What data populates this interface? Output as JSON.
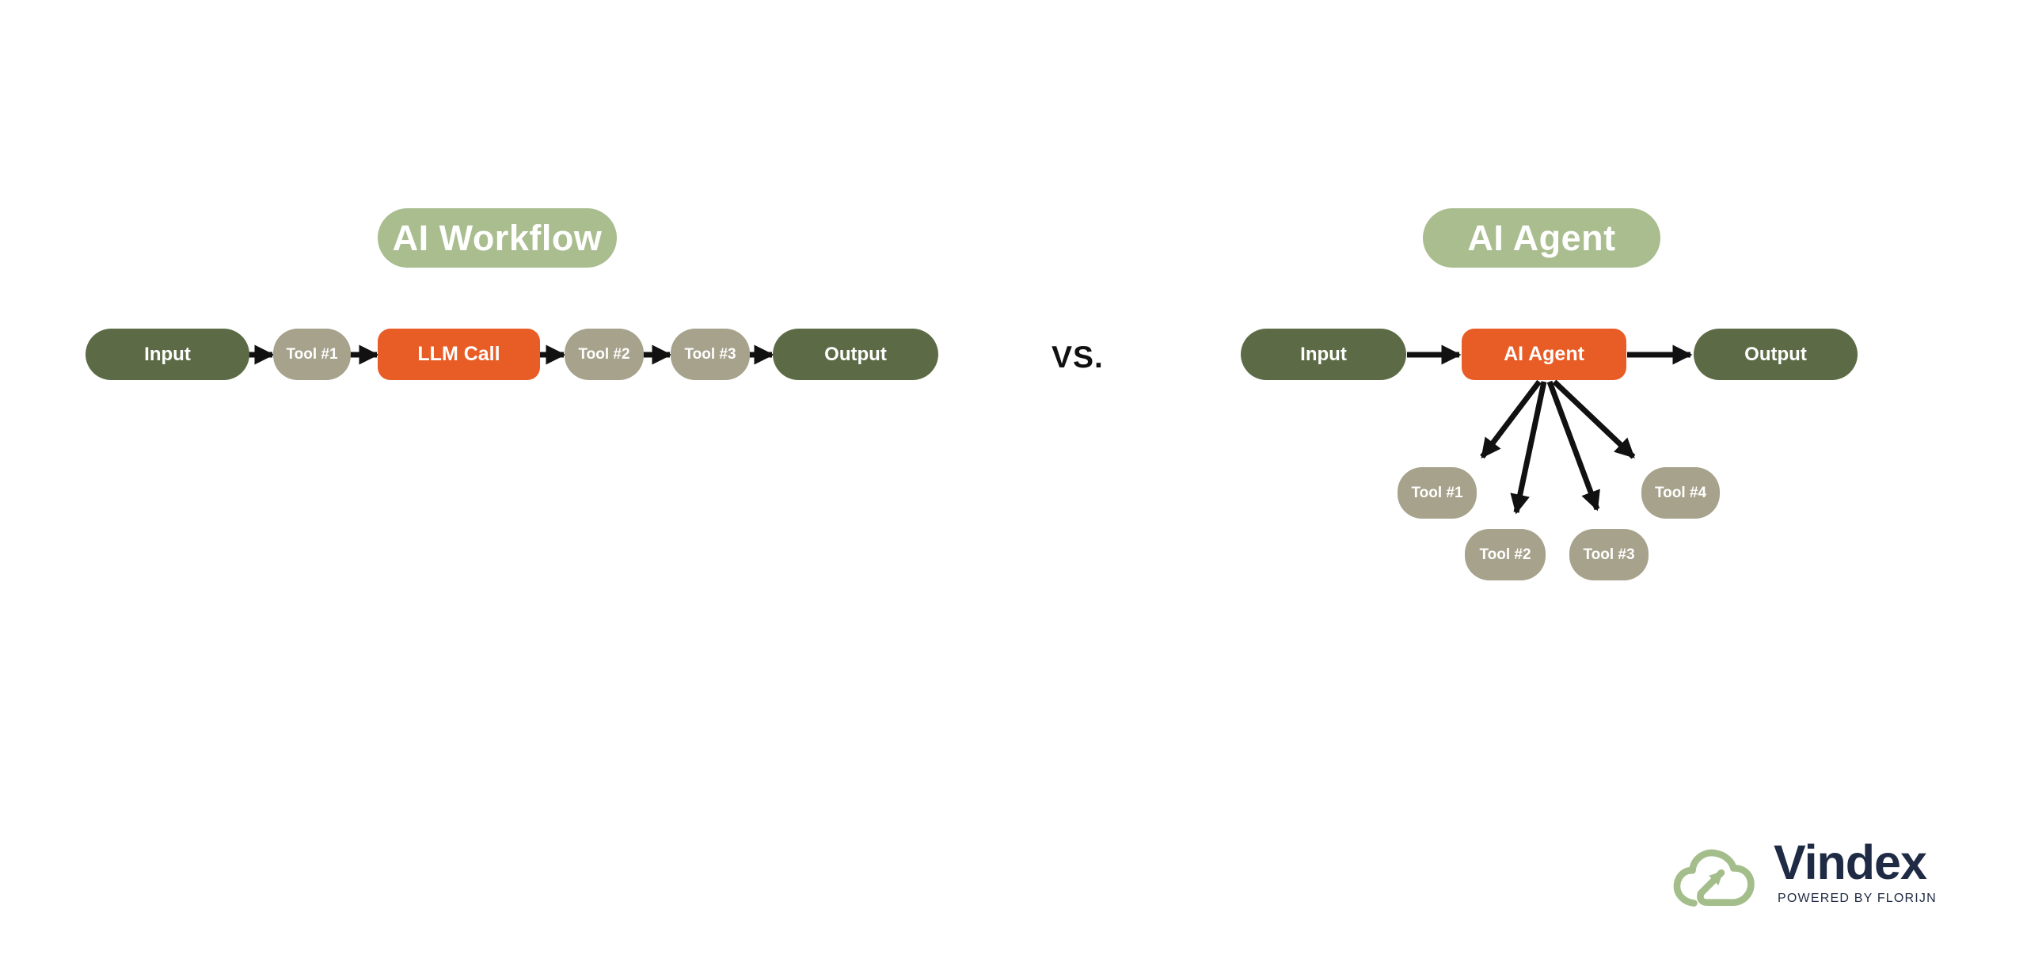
{
  "vs_label": "VS.",
  "left_diagram": {
    "title": "AI Workflow",
    "nodes": [
      {
        "label": "Input",
        "type": "io"
      },
      {
        "label": "Tool #1",
        "type": "tool"
      },
      {
        "label": "LLM Call",
        "type": "llm"
      },
      {
        "label": "Tool #2",
        "type": "tool"
      },
      {
        "label": "Tool #3",
        "type": "tool"
      },
      {
        "label": "Output",
        "type": "io"
      }
    ]
  },
  "right_diagram": {
    "title": "AI Agent",
    "nodes": [
      {
        "label": "Input",
        "type": "io"
      },
      {
        "label": "AI Agent",
        "type": "agent"
      },
      {
        "label": "Output",
        "type": "io"
      }
    ],
    "tools": [
      {
        "label": "Tool #1"
      },
      {
        "label": "Tool #2"
      },
      {
        "label": "Tool #3"
      },
      {
        "label": "Tool #4"
      }
    ]
  },
  "logo": {
    "name": "Vindex",
    "tagline": "POWERED BY FLORIJN",
    "icon": "cloud-up-right-arrow-icon"
  },
  "colors": {
    "background": "#ffffff",
    "io_pill_green": "#5c6b46",
    "tool_pill_taupe": "#a7a28c",
    "accent_orange": "#e85c25",
    "title_pill_green": "#a9bd8f",
    "arrow_black": "#111111",
    "logo_navy": "#1f2a44",
    "logo_cloud_green": "#a3bd8b"
  }
}
